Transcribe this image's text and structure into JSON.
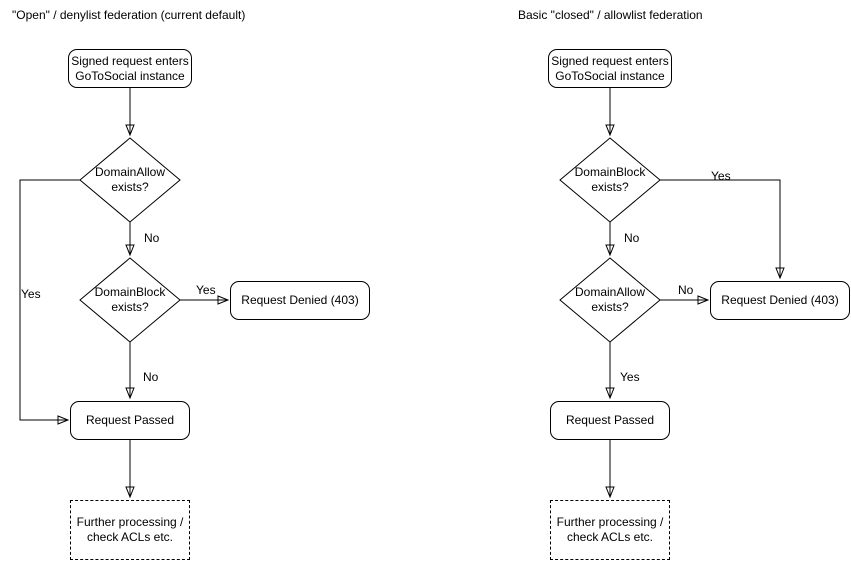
{
  "colors": {
    "stroke": "#000000",
    "background": "#ffffff",
    "text": "#000000"
  },
  "left": {
    "title": "\"Open\" / denylist federation (current default)",
    "start_line1": "Signed request enters",
    "start_line2": "GoToSocial instance",
    "decision1_line1": "DomainAllow",
    "decision1_line2": "exists?",
    "label_decision1_no": "No",
    "label_decision1_yes": "Yes",
    "decision2_line1": "DomainBlock",
    "decision2_line2": "exists?",
    "label_decision2_yes": "Yes",
    "label_decision2_no": "No",
    "denied": "Request Denied (403)",
    "passed": "Request Passed",
    "further_line1": "Further processing /",
    "further_line2": "check ACLs etc."
  },
  "right": {
    "title": "Basic \"closed\" / allowlist federation",
    "start_line1": "Signed request enters",
    "start_line2": "GoToSocial instance",
    "decision1_line1": "DomainBlock",
    "decision1_line2": "exists?",
    "label_decision1_yes": "Yes",
    "label_decision1_no": "No",
    "decision2_line1": "DomainAllow",
    "decision2_line2": "exists?",
    "label_decision2_no": "No",
    "label_decision2_yes": "Yes",
    "denied": "Request Denied (403)",
    "passed": "Request Passed",
    "further_line1": "Further processing /",
    "further_line2": "check ACLs etc."
  }
}
